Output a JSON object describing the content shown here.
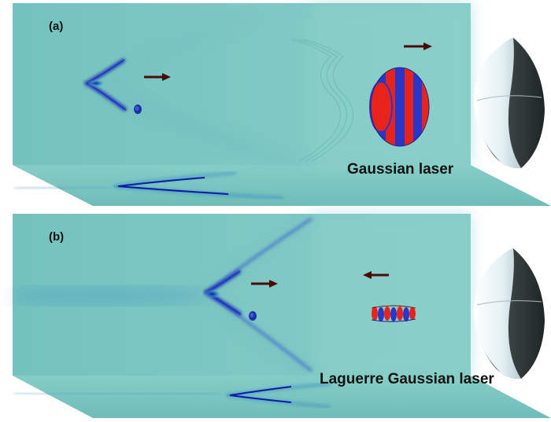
{
  "panels": [
    {
      "label": "(a)",
      "laser_label": "Gaussian laser"
    },
    {
      "label": "(b)",
      "laser_label": "Laguerre Gaussian laser"
    }
  ],
  "colors": {
    "background_field": "#7fc8c3",
    "field_light": "#8ed2cc",
    "wake_dark": "#0a1aa8",
    "wake_mid": "#2a8ecf",
    "laser_red": "#e8231c",
    "laser_blue": "#2a36c8",
    "arrow": "#4a0a08",
    "mirror_light": "#eef6f8",
    "mirror_dark": "#2b3436"
  },
  "icons": [
    "arrow-right-icon",
    "arrow-left-icon",
    "parabolic-mirror-icon"
  ]
}
